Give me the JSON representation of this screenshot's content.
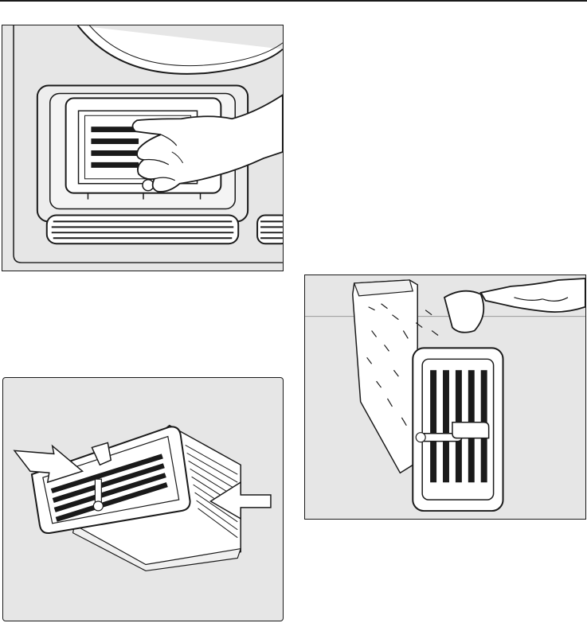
{
  "page": {
    "background": "#ffffff",
    "panel_background": "#e6e6e6",
    "line_color": "#1a1a1a"
  },
  "illustrations": [
    {
      "name": "hand-removing-fluff-filter",
      "icon": "dryer-filter-removal-drawing"
    },
    {
      "name": "filter-inlet-arrows",
      "icon": "filter-airflow-arrows-drawing"
    },
    {
      "name": "rinsing-filter-under-tap",
      "icon": "filter-rinse-drawing"
    }
  ]
}
